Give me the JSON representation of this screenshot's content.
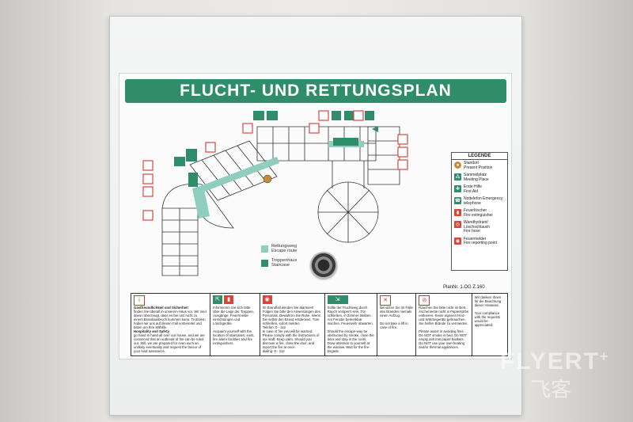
{
  "sign": {
    "title": "FLUCHT- UND RETTUNGSPLAN",
    "plan_number": "PlanNr. 1.OG Z.160"
  },
  "legend": {
    "title": "LEGENDE",
    "items": [
      {
        "de": "Standort",
        "en": "Present Position",
        "color": "#c98b3a",
        "icon": "position-dot-icon"
      },
      {
        "de": "Sammelplatz",
        "en": "Meeting Place",
        "color": "#2f8d69",
        "icon": "meeting-place-icon"
      },
      {
        "de": "Erste Hilfe",
        "en": "First Aid",
        "color": "#2f8d69",
        "icon": "first-aid-icon"
      },
      {
        "de": "Nottelefon Emergency",
        "en": "telephone",
        "color": "#2f8d69",
        "icon": "emergency-phone-icon"
      },
      {
        "de": "Feuerlöscher",
        "en": "Fire extinguisher",
        "color": "#d8453b",
        "icon": "fire-extinguisher-icon"
      },
      {
        "de": "Wandhydrant/ Löschschlauch",
        "en": "Fire hose",
        "color": "#d8453b",
        "icon": "fire-hose-icon"
      },
      {
        "de": "Feuermelder",
        "en": "Fire reporting point",
        "color": "#d8453b",
        "icon": "fire-alarm-icon"
      }
    ]
  },
  "route_key": {
    "escape_de": "Rettungsweg",
    "escape_en": "Escape route",
    "escape_color": "#8fcdbf",
    "stair_de": "Treppenhaus",
    "stair_en": "Staircase",
    "stair_color": "#2f8d69"
  },
  "bottom": {
    "c1_h": "Gastfreundlichkeit und Sicherheit",
    "c1_t": "finden Sie überall in unserem Haus vor. Wir sind davon überzeugt, dass es bei uns nicht zu einem Brandausbruch kommen kann. Trotzdem haben wir uns auf diesen Fall vorbereitet und bitten um Ihre Mithilfe.",
    "c1_h2": "Hospitality and Safety",
    "c1_t2": "go hand in hand all over our house, and we are convinced that an outbreak of fire can be ruled out. Still, we are prepared for even such an unlikely eventuality and request the favour of your kind assistance.",
    "c2_t": "Informieren Sie sich bitte über die Lage der Treppen, Ausgänge, Feuermelde einrichtungen und Löschgeräte.",
    "c2_t2": "Acquaint yourself with the location of staircases, exits, fire alarm facilities and fire extinguishers.",
    "c3_t": "Im Brandfall werden Sie alarmiert! Folgen Sie bitte den Anweisungen des Personals. Bewahren Sie Ruhe. Wenn Sie selbst den Brand entdecken, Türe schließen, sofort melden.",
    "c3_tel": "Telefon: 0 - 112",
    "c3_t2": "In case of fire you will be warned. Please comply with the instructions of our staff. Keep calm. Should you discover a fire, close the door, and report the fire at once.",
    "c3_dial": "dialing: 0 - 112",
    "c4_t": "Sollte der Fluchtweg durch Rauch versperrt sein, Tür schließen, in Zimmer bleiben. Am Fenster bemerkbar machen. Feuerwehr abwarten.",
    "c4_t2": "Should the escape-way be obstructed by smoke, close the door and stay in the room. Draw attention to yourself at the window. Wait for the fire-brigade.",
    "c5_t": "Benutzen Sie im Falle des Brandes niemals einen Aufzug.",
    "c5_t2": "Do not take a lift in case of fire.",
    "c6_t": "Rauchen Sie bitte nicht im Bett. Aschenreste nicht in Papierkörbe entleeren. Keine eigenen Heiz- und Wärmegeräte gebrauchen. Sie helfen Brände zu vermeiden.",
    "c6_t2": "Please assist in avoiding fires. Do NOT smoke in bed. Do NOT empty ash into paper-baskets. Do NOT use your own heating and/or thermal appliances.",
    "c7_t": "Wir danken Ihnen für die Beachtung dieser Hinweise.",
    "c7_t2": "Your compliance with the requests would be appreciated."
  },
  "watermark": {
    "line1": "FLYERT",
    "plus": "+",
    "line2": "飞客"
  }
}
